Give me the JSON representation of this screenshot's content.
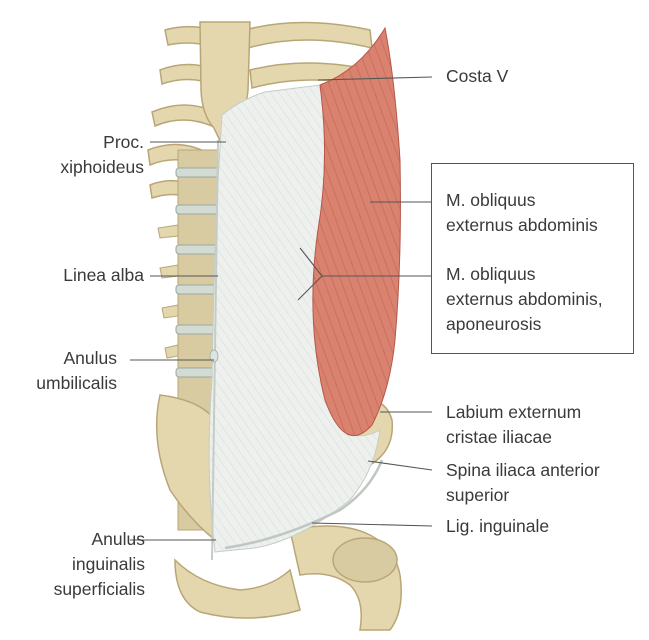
{
  "labels": {
    "costa_v": "Costa V",
    "proc_xiphoideus": "Proc.\nxiphoideus",
    "linea_alba": "Linea alba",
    "anulus_umbilicalis": "Anulus\numbilicalis",
    "anulus_inguinalis_superficialis": "Anulus\ninguinalis\nsuperficialis",
    "m_obliquus_externus": "M. obliquus\nexternus abdominis",
    "m_obliquus_externus_aponeurosis": "M. obliquus\nexternus abdominis,\naponeurosis",
    "labium_externum": "Labium externum\ncristae iliacae",
    "spina_iliaca": "Spina iliaca anterior\nsuperior",
    "lig_inguinale": "Lig. inguinale"
  },
  "colors": {
    "bone": "#e4d7ae",
    "bone_shadow": "#b8a677",
    "aponeurosis": "#eef0ee",
    "muscle": "#d9826f",
    "muscle_dark": "#b8574a",
    "disc": "#d2dcd5",
    "leader": "#555555",
    "label_text": "#3a3a3a"
  }
}
